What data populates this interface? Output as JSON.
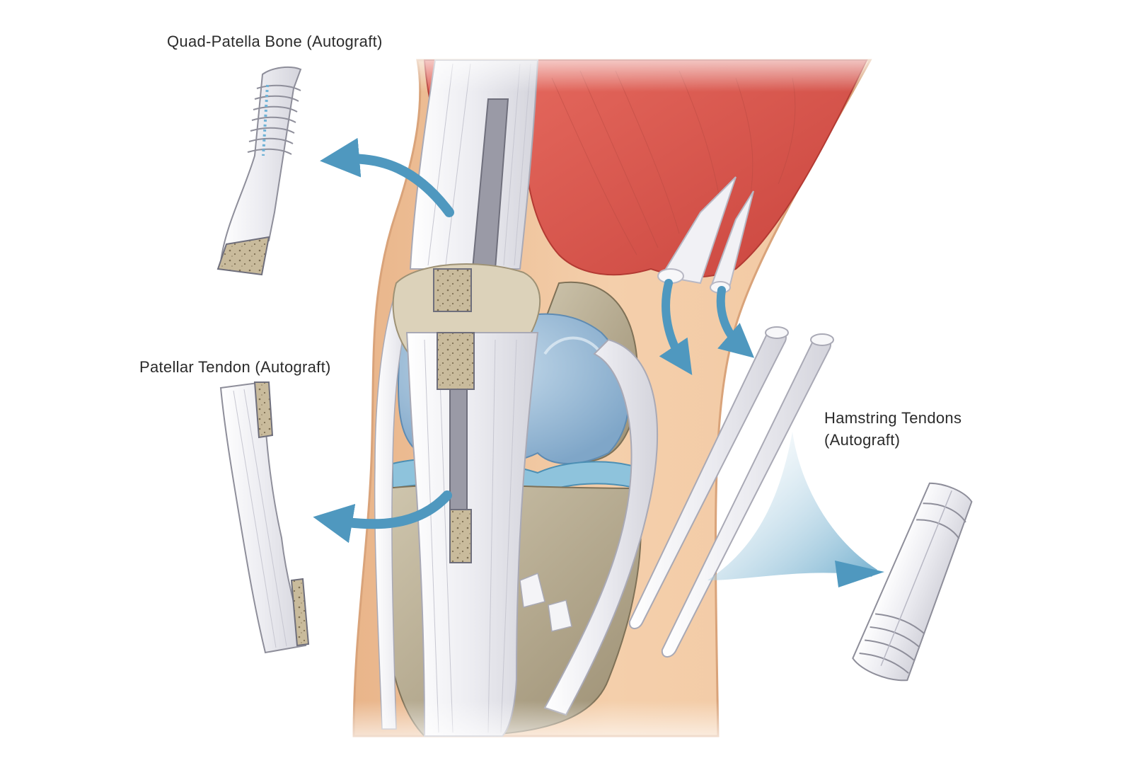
{
  "labels": {
    "quad_patella": "Quad-Patella Bone (Autograft)",
    "patellar_tendon": "Patellar Tendon (Autograft)",
    "hamstring_line1": "Hamstring Tendons",
    "hamstring_line2": "(Autograft)"
  },
  "colors": {
    "background": "#ffffff",
    "skin": "#efc39c",
    "muscle": "#d9534a",
    "tendon": "#ededf2",
    "bone": "#b8ad94",
    "cartilage": "#8fb4d3",
    "graft_bone": "#c9bb9c",
    "arrow": "#4f98bf",
    "label_text": "#2b2b2b"
  },
  "icons": {
    "arrow": "curved-arrow-icon",
    "graft": "tendon-graft-icon"
  }
}
